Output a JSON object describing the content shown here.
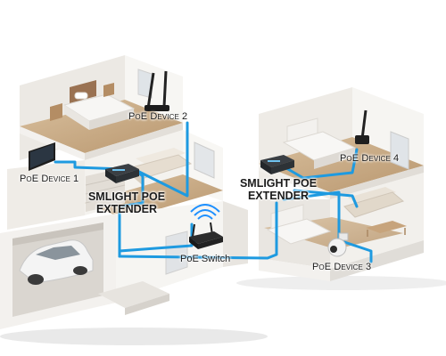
{
  "labels": {
    "device1": "PoE Device 1",
    "device2": "PoE Device 2",
    "device3": "PoE Device 3",
    "device4": "PoE Device 4",
    "extender_left_line1": "SMLIGHT POE",
    "extender_left_line2": "EXTENDER",
    "extender_right_line1": "SMLIGHT POE",
    "extender_right_line2": "EXTENDER",
    "switch": "PoE Switch"
  },
  "colors": {
    "cable": "#1e9ae0",
    "wall": "#f1efec",
    "floor": "#c9ad8a"
  }
}
